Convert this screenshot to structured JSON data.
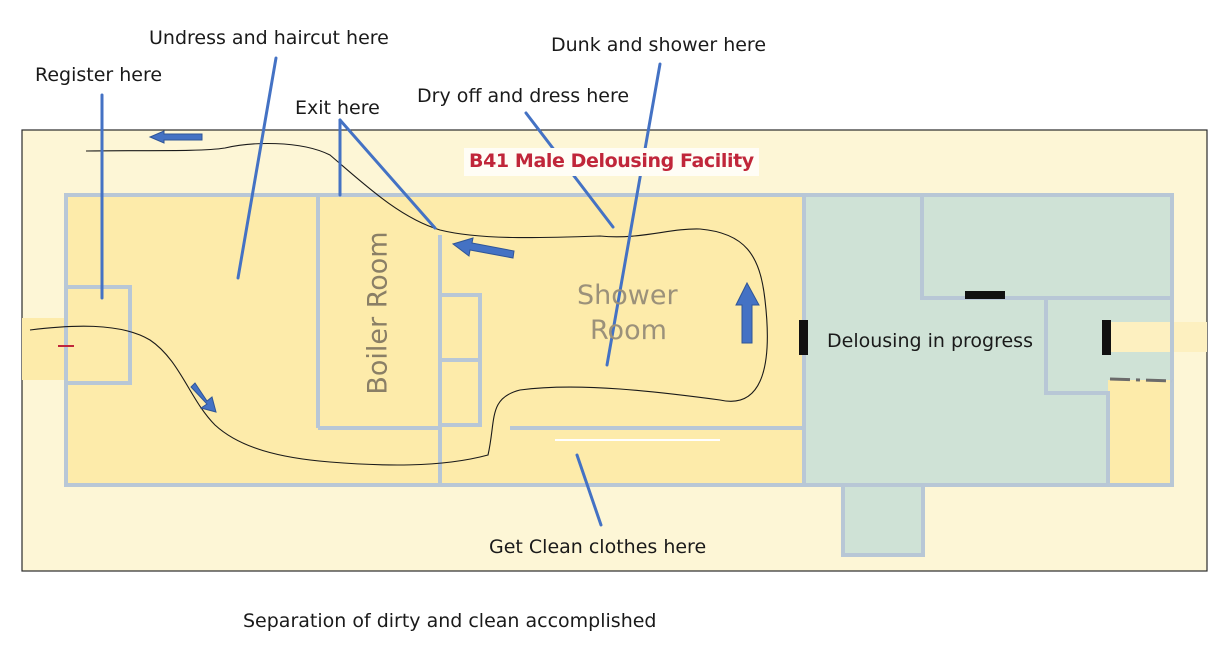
{
  "facility": {
    "title": "B41 Male Delousing Facility",
    "rooms": {
      "boiler": "Boiler Room",
      "shower_line1": "Shower",
      "shower_line2": "Room"
    }
  },
  "annotations": {
    "register": "Register here",
    "undress": "Undress and haircut here",
    "exit": "Exit here",
    "dry_off": "Dry off and dress here",
    "dunk": "Dunk and shower here",
    "delousing": "Delousing in progress",
    "clean_clothes": "Get Clean clothes here",
    "summary": "Separation of dirty and clean accomplished"
  },
  "colors": {
    "floor_yellow": "#fdebaa",
    "background_cream": "#fdf6d6",
    "delousing_green": "#cfe2d6",
    "wall": "#b8c7d6",
    "arrow_blue": "#4472c4",
    "title_red": "#c0263a",
    "leader_line": "#4472c4"
  }
}
